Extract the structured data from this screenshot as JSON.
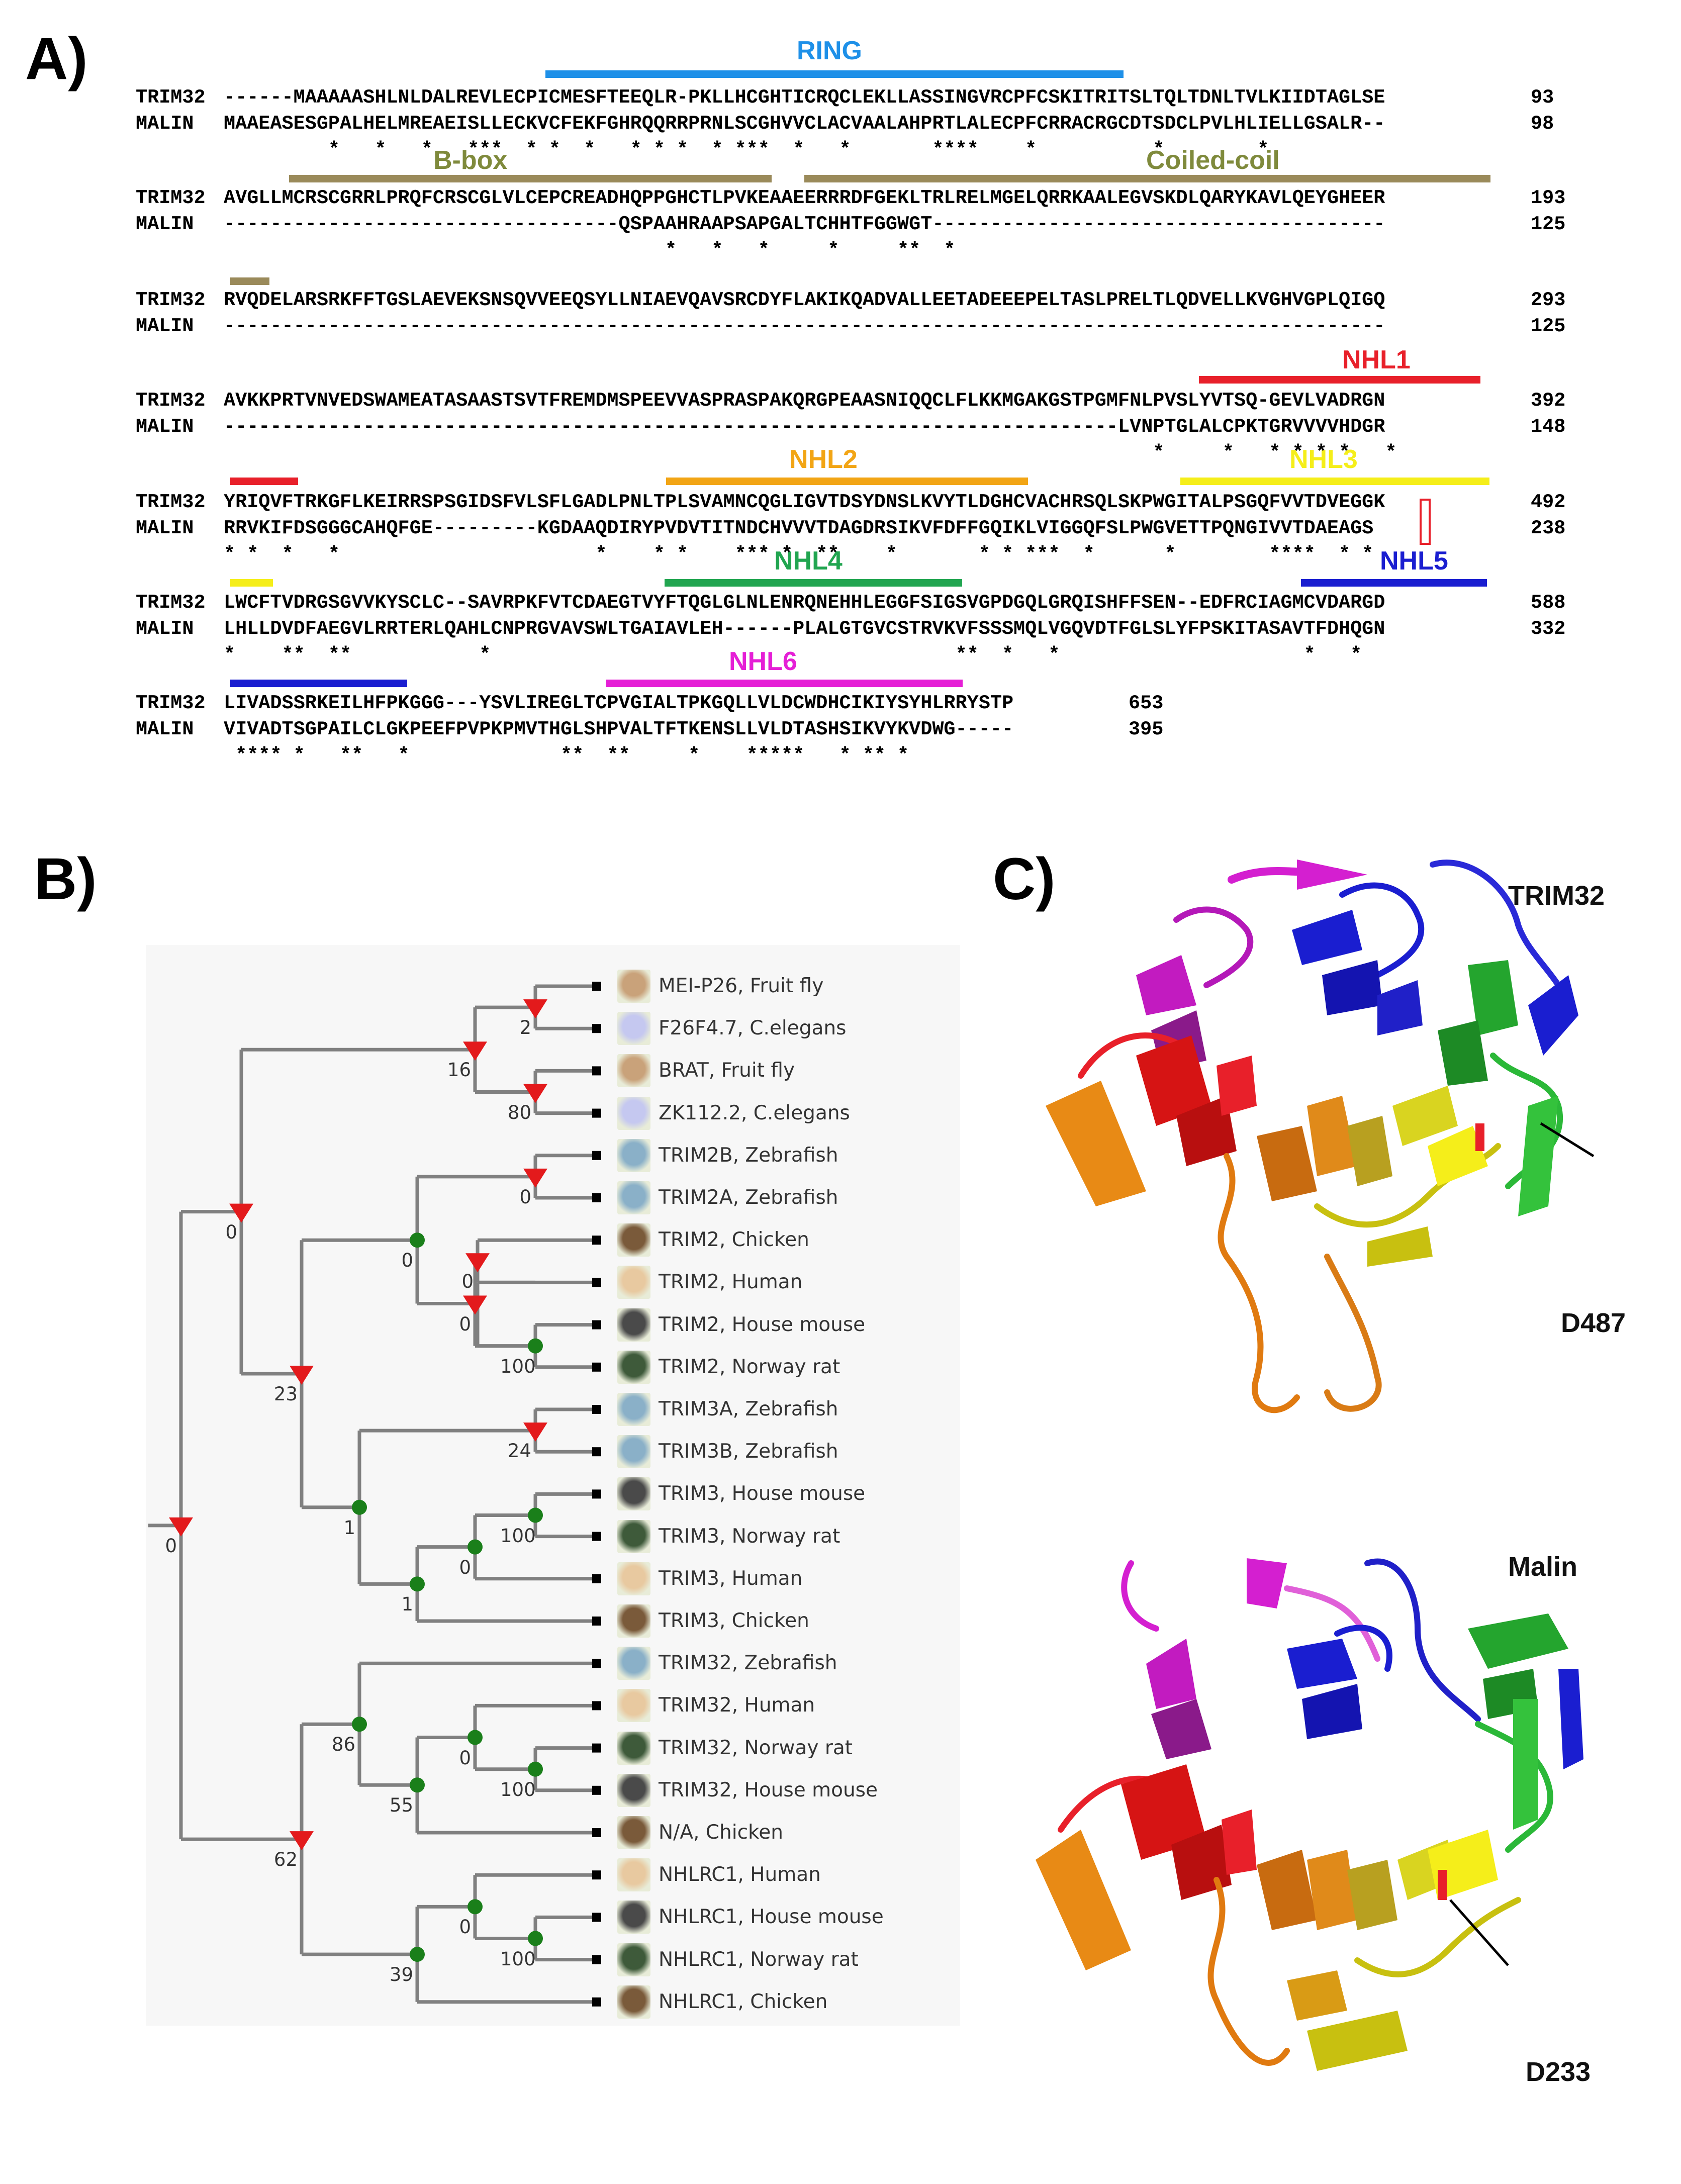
{
  "panels": {
    "a": "A)",
    "b": "B)",
    "c": "C)"
  },
  "alignment": {
    "blocks": [
      {
        "rows": [
          {
            "name": "TRIM32",
            "seq": "------MAAAAASHLNLDALREVLECPICMESFTEEQLR-PKLLHCGHTICRQCLEKLLASSINGVRCPFCSKITRITSLTQLTDNLTVLKIIDTAGLSE",
            "pos": "93"
          },
          {
            "name": "MALIN",
            "seq": "MAAEASESGPALHELMREAEISLLECKVCFEKFGHRQQRRPRNLSCGHVVCLACVAALAHPRTLALECPFCRRACRGCDTSDCLPVLHLIELLGSALR--",
            "pos": "98"
          }
        ],
        "cons": "         *   *   *   ***  * *  *   * * *  * ***  *   *       ****    *          *        *    "
      },
      {
        "rows": [
          {
            "name": "TRIM32",
            "seq": "AVGLLMCRSCGRRLPRQFCRSCGLVLCEPCREADHQPPGHCTLPVKEAAEERRRDFGEKLTRLRELMGELQRRKAALEGVSKDLQARYKAVLQEYGHEER",
            "pos": "193"
          },
          {
            "name": "MALIN",
            "seq": "----------------------------------QSPAAHRAAPSAPGALTCHHTFGGWGT---------------------------------------",
            "pos": "125"
          }
        ],
        "cons": "                                      *   *   *     *     **  *                                       "
      },
      {
        "rows": [
          {
            "name": "TRIM32",
            "seq": "RVQDELARSRKFFTGSLAEVEKSNSQVVEEQSYLLNIAEVQAVSRCDYFLAKIKQADVALLEETADEEEPELTASLPRELTLQDVELLKVGHVGPLQIGQ",
            "pos": "293"
          },
          {
            "name": "MALIN",
            "seq": "----------------------------------------------------------------------------------------------------",
            "pos": "125"
          }
        ],
        "cons": ""
      },
      {
        "rows": [
          {
            "name": "TRIM32",
            "seq": "AVKKPRTVNVEDSWAMEATASAASTSVTFREMDMSPEEVVASPRASPAKQRGPEAASNIQQCLFLKKMGAKGSTPGMFNLPVSLYVTSQ-GEVLVADRGN",
            "pos": "392"
          },
          {
            "name": "MALIN",
            "seq": "-----------------------------------------------------------------------------LVNPTGLALCPKTGRVVVVHDGR",
            "pos": "148"
          }
        ],
        "cons": "                                                                                *     *   * * * *   *"
      },
      {
        "rows": [
          {
            "name": "TRIM32",
            "seq": "YRIQVFTRKGFLKEIRRSPSGIDSFVLSFLGADLPNLTPLSVAMNCQGLIGVTDSYDNSLKVYTLDGHCVACHRSQLSKPWGITALPSGQFVVTDVEGGK",
            "pos": "492"
          },
          {
            "name": "MALIN",
            "seq": "RRVKIFDSGGGCAHQFGE---------KGDAAQDIRYPVDVTITNDCHVVVTDAGDRSIKVFDFFGQIKLVIGGQFSLPWGVETTPQNGIVVTDAEAGS",
            "pos": "238"
          }
        ],
        "cons": "* *  *   *                      *    * *    *** *  **    *       * * ***  *      *        ****  * *  "
      },
      {
        "rows": [
          {
            "name": "TRIM32",
            "seq": "LWCFTVDRGSGVVKYSCLC--SAVRPKFVTCDAEGTVYFTQGLGLNLENRQNEHHLEGGFSIGSVGPDGQLGRQISHFFSEN--EDFRCIAGMCVDARGD",
            "pos": "588"
          },
          {
            "name": "MALIN",
            "seq": "LHLLDVDFAEGVLRRTERLQAHLCNPRGVAVSWLTGAIAVLEH------PLALGTGVCSTRVKVFSSSMQLVGQVDTFGLSLYFPSKITASAVTFDHQGN",
            "pos": "332"
          }
        ],
        "cons": "*    **  **           *                                        **  *   *                     *   *   "
      },
      {
        "rows": [
          {
            "name": "TRIM32",
            "seq": "LIVADSSRKEILHFPKGGG---YSVLIREGLTCPVGIALTPKGQLLVLDCWDHCIKIYSYHLRRYSTP",
            "pos": "653"
          },
          {
            "name": "MALIN",
            "seq": "VIVADTSGPAILCLGKPEEFPVPKPMVTHGLSHPVALTFTKENSLLVLDTASHSIKVYKVDWG-----",
            "pos": "395"
          }
        ],
        "cons": " **** *   **   *             **  **     *    *****   * ** *        "
      }
    ],
    "domains": [
      {
        "label": "RING",
        "color": "#1e90e8",
        "label_color": "#1e90e8"
      },
      {
        "label": "B-box",
        "color": "#9a8a5a",
        "label_color": "#7f8a3c"
      },
      {
        "label": "Coiled-coil",
        "color": "#9a8a5a",
        "label_color": "#7f8a3c"
      },
      {
        "label": "NHL1",
        "color": "#e8202a",
        "label_color": "#e8202a"
      },
      {
        "label": "NHL2",
        "color": "#f2a515",
        "label_color": "#f2a515"
      },
      {
        "label": "NHL3",
        "color": "#f5ee1a",
        "label_color": "#f5ee1a"
      },
      {
        "label": "NHL4",
        "color": "#21a550",
        "label_color": "#21a550"
      },
      {
        "label": "NHL5",
        "color": "#1a1ed0",
        "label_color": "#1a1ed0"
      },
      {
        "label": "NHL6",
        "color": "#e51fd6",
        "label_color": "#e51fd6"
      }
    ]
  },
  "tree": {
    "leaves": [
      {
        "label": "MEI-P26, Fruit fly",
        "icon": "fruit-fly-icon"
      },
      {
        "label": "F26F4.7, C.elegans",
        "icon": "c-elegans-icon"
      },
      {
        "label": "BRAT, Fruit fly",
        "icon": "fruit-fly-icon"
      },
      {
        "label": "ZK112.2, C.elegans",
        "icon": "c-elegans-icon"
      },
      {
        "label": "TRIM2B, Zebrafish",
        "icon": "zebrafish-icon"
      },
      {
        "label": "TRIM2A, Zebrafish",
        "icon": "zebrafish-icon"
      },
      {
        "label": "TRIM2, Chicken",
        "icon": "chicken-icon"
      },
      {
        "label": "TRIM2, Human",
        "icon": "human-icon"
      },
      {
        "label": "TRIM2, House mouse",
        "icon": "house-mouse-icon"
      },
      {
        "label": "TRIM2, Norway rat",
        "icon": "norway-rat-icon"
      },
      {
        "label": "TRIM3A, Zebrafish",
        "icon": "zebrafish-icon"
      },
      {
        "label": "TRIM3B, Zebrafish",
        "icon": "zebrafish-icon"
      },
      {
        "label": "TRIM3, House mouse",
        "icon": "house-mouse-icon"
      },
      {
        "label": "TRIM3, Norway rat",
        "icon": "norway-rat-icon"
      },
      {
        "label": "TRIM3, Human",
        "icon": "human-icon"
      },
      {
        "label": "TRIM3, Chicken",
        "icon": "chicken-icon"
      },
      {
        "label": "TRIM32, Zebrafish",
        "icon": "zebrafish-icon"
      },
      {
        "label": "TRIM32, Human",
        "icon": "human-icon"
      },
      {
        "label": "TRIM32, Norway rat",
        "icon": "norway-rat-icon"
      },
      {
        "label": "TRIM32, House mouse",
        "icon": "house-mouse-icon"
      },
      {
        "label": "N/A, Chicken",
        "icon": "chicken-icon"
      },
      {
        "label": "NHLRC1, Human",
        "icon": "human-icon"
      },
      {
        "label": "NHLRC1, House mouse",
        "icon": "house-mouse-icon"
      },
      {
        "label": "NHLRC1, Norway rat",
        "icon": "norway-rat-icon"
      },
      {
        "label": "NHLRC1, Chicken",
        "icon": "chicken-icon"
      }
    ],
    "bootstrap": [
      "2",
      "16",
      "80",
      "0",
      "0",
      "0",
      "0",
      "100",
      "23",
      "24",
      "100",
      "0",
      "1",
      "1",
      "0",
      "0",
      "100",
      "55",
      "86",
      "0",
      "100",
      "39",
      "62",
      "0"
    ],
    "colors": {
      "branch": "#808080",
      "duplication": "#e31a1c",
      "speciation": "#1a7f1a",
      "background": "#f7f7f7"
    }
  },
  "structures": {
    "top_title": "TRIM32",
    "top_residue": "D487",
    "bottom_title": "Malin",
    "bottom_residue": "D233"
  }
}
